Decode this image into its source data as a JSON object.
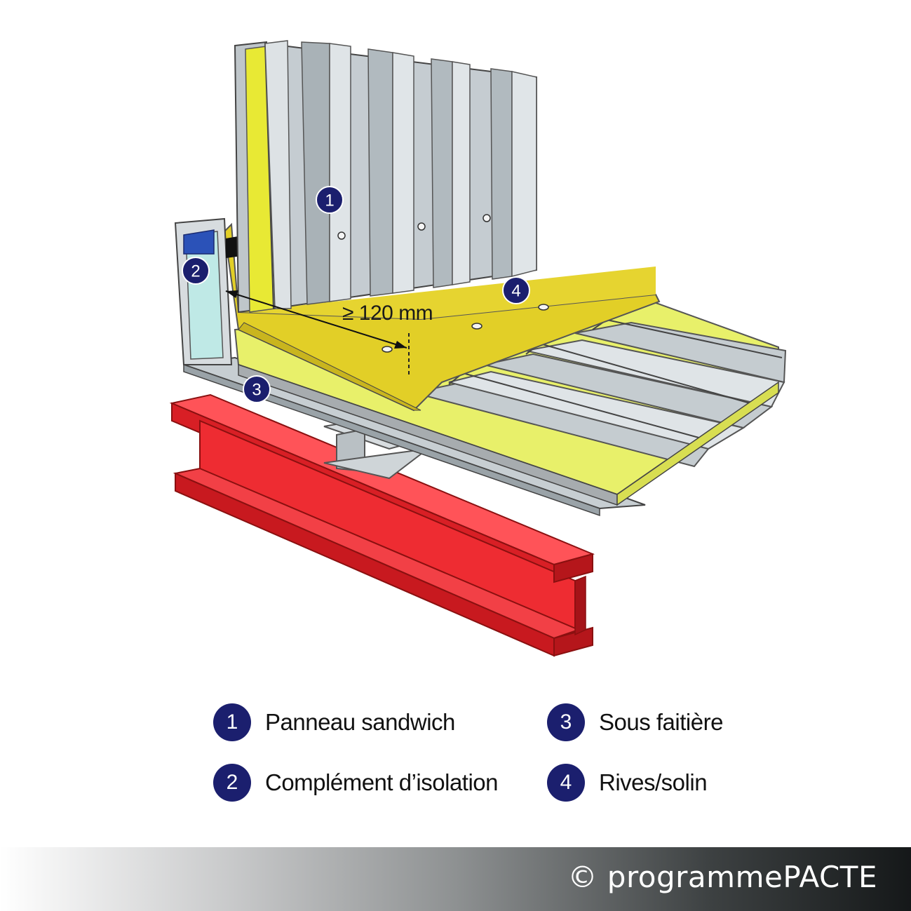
{
  "diagram": {
    "dimension_label": "≥ 120 mm",
    "markers": [
      "1",
      "2",
      "3",
      "4"
    ]
  },
  "legend": {
    "items": [
      {
        "number": "1",
        "label": "Panneau sandwich"
      },
      {
        "number": "2",
        "label": "Complément d’isolation"
      },
      {
        "number": "3",
        "label": "Sous faitière"
      },
      {
        "number": "4",
        "label": "Rives/solin"
      }
    ]
  },
  "footer": {
    "copyright": "© programmePACTE"
  },
  "colors": {
    "badge": "#1b1f6e",
    "steel_beam": "#e8262c",
    "insulation": "#e6d72a",
    "sheet_metal": "#c9d0d4",
    "insulation_complement": "#b9e6e3"
  }
}
